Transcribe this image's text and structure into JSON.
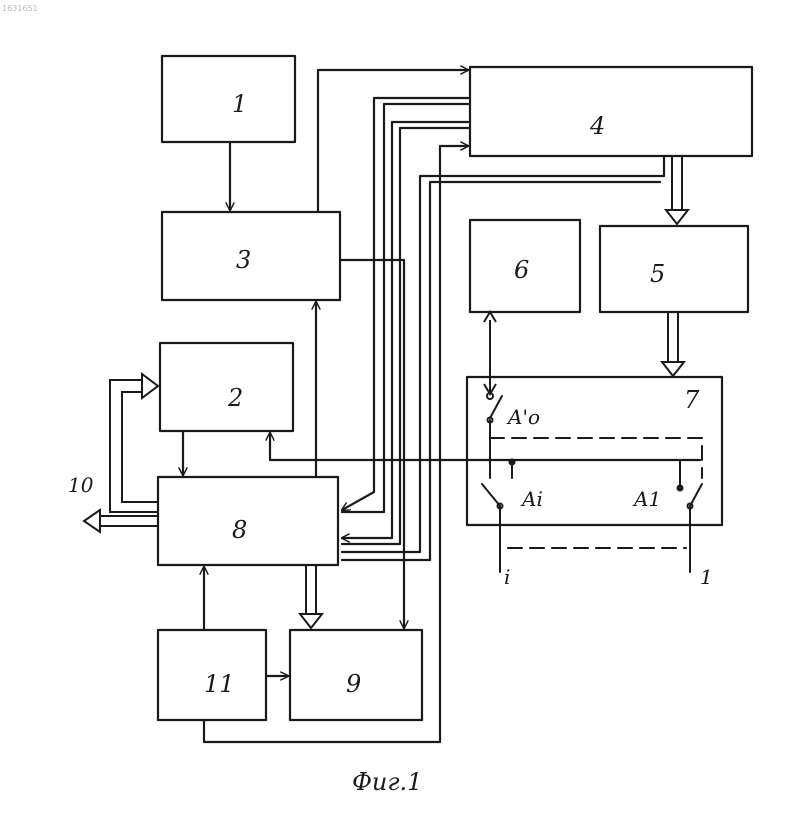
{
  "stamp": "1631651",
  "caption": "Фиг.1",
  "blocks": {
    "b1": "1",
    "b2": "2",
    "b3": "3",
    "b4": "4",
    "b5": "5",
    "b6": "6",
    "b7": "7",
    "b8": "8",
    "b9": "9",
    "b11": "11"
  },
  "external_labels": {
    "bus_10": "10",
    "line_i": "i",
    "line_1": "1"
  },
  "switch_labels": {
    "a0": "A'o",
    "ai": "Ai",
    "a1": "A1"
  }
}
